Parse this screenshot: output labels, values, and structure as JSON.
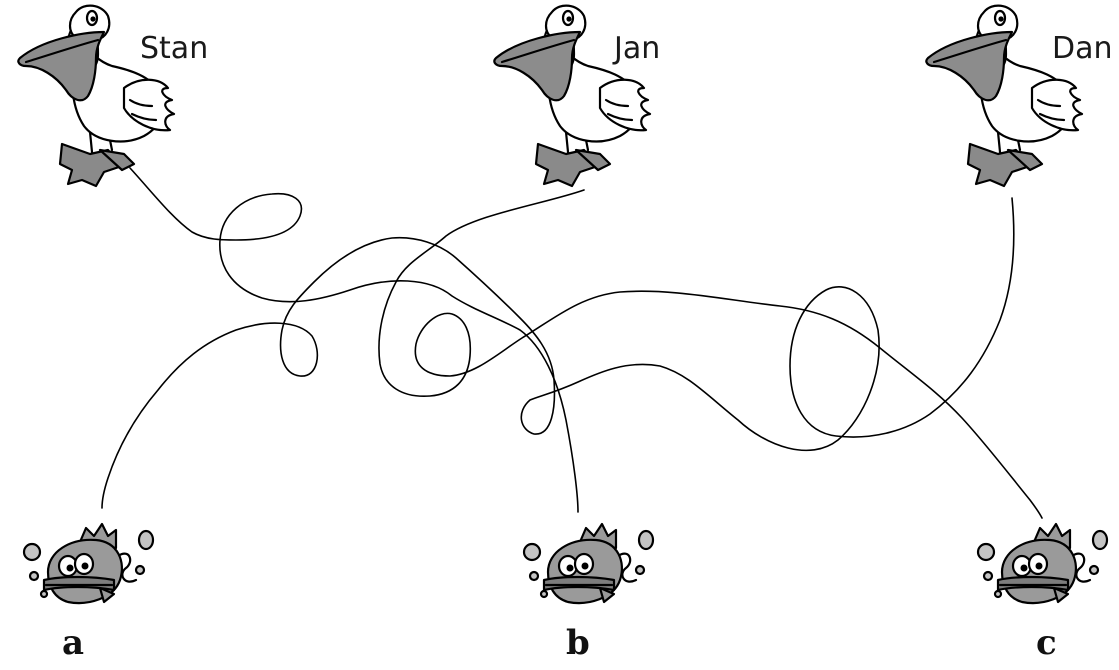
{
  "pelicans": [
    {
      "name": "Stan",
      "icon": "pelican-icon"
    },
    {
      "name": "Jan",
      "icon": "pelican-icon"
    },
    {
      "name": "Dan",
      "icon": "pelican-icon"
    }
  ],
  "fish": [
    {
      "label": "a",
      "icon": "fish-icon"
    },
    {
      "label": "b",
      "icon": "fish-icon"
    },
    {
      "label": "c",
      "icon": "fish-icon"
    }
  ],
  "colors": {
    "ink": "#000000",
    "beak_grey": "#8c8c8c",
    "feet_grey": "#8a8a8a",
    "fish_grey": "#9a9a9a",
    "bubble_grey": "#c4c4c4"
  }
}
